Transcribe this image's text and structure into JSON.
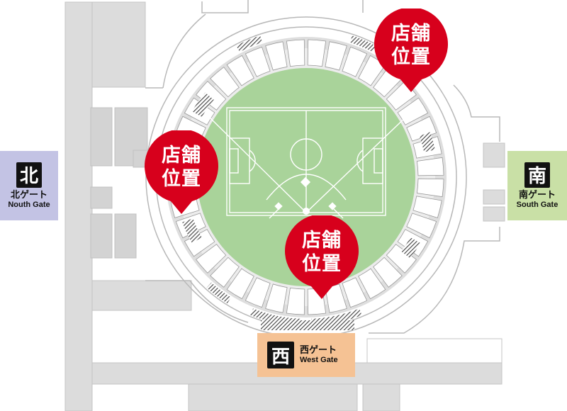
{
  "map": {
    "colors": {
      "ground": "#dcdcdc",
      "outline": "#b8b8b8",
      "field": "#a9d39a",
      "field_lines": "#ffffff",
      "seat_block": "#ffffff",
      "seat_stripe": "#555555",
      "pin": "#d7001c"
    }
  },
  "gates": {
    "north": {
      "kanji": "北",
      "label_jp": "北ゲート",
      "label_en": "Nouth Gate",
      "color": "#c3c3e4"
    },
    "south": {
      "kanji": "南",
      "label_jp": "南ゲート",
      "label_en": "South Gate",
      "color": "#c9e0a6"
    },
    "west": {
      "kanji": "西",
      "label_jp": "西ゲート",
      "label_en": "West Gate",
      "color": "#f5c294"
    }
  },
  "markers": {
    "line1": "店舗",
    "line2": "位置",
    "icon": "map-pin-icon"
  }
}
